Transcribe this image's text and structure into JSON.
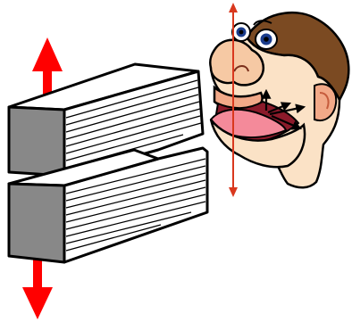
{
  "figure": {
    "panels": [
      {
        "name": "split-block-panel",
        "parts": [
          "upper-block",
          "lower-block",
          "pull-up-arrow",
          "pull-down-arrow"
        ]
      },
      {
        "name": "cartoon-face-panel",
        "parts": [
          "open-mouth",
          "jaw-opening-arrow",
          "force-arrows"
        ]
      }
    ],
    "colors": {
      "arrow_red": "#ff0000",
      "thin_arrow": "#d9381e",
      "block_face": "#888888",
      "block_side": "#ffffff",
      "outline": "#000000",
      "skin": "#fbe2c6",
      "skin_dark": "#f2a988",
      "hair": "#7b4a22",
      "mouth_inside": "#8b1a2a",
      "tongue": "#f48a9a",
      "eye_blue": "#1a3c8c"
    }
  }
}
